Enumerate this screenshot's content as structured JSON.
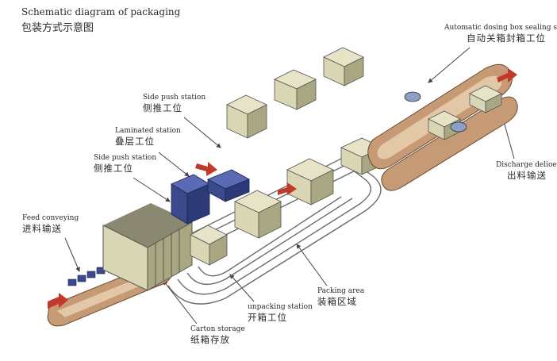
{
  "title": {
    "en": "Schematic diagram of packaging",
    "zh": "包装方式示意图"
  },
  "labels": {
    "side_push_top": {
      "en": "Side push station",
      "zh": "侧推工位"
    },
    "laminated": {
      "en": "Laminated station",
      "zh": "叠层工位"
    },
    "side_push_left": {
      "en": "Side push station",
      "zh": "侧推工位"
    },
    "feed": {
      "en": "Feed conveying",
      "zh": "进料输送"
    },
    "sealing": {
      "en": "Automatic dosing box sealing station",
      "zh": "自动关箱封箱工位"
    },
    "discharge": {
      "en": "Discharge delioery",
      "zh": "出料输送"
    },
    "packing": {
      "en": "Packing area",
      "zh": "装箱区域"
    },
    "unpacking": {
      "en": "unpacking station",
      "zh": "开箱工位"
    },
    "carton": {
      "en": "Carton storage",
      "zh": "纸箱存放"
    }
  },
  "colors": {
    "box_face": "#d9d6b4",
    "box_top": "#e6e3c6",
    "box_side": "#a9a682",
    "belt": "#c69a74",
    "belt_inner": "#e3c8a8",
    "arrow": "#c0392b",
    "product": "#3a4a8c",
    "rail": "#6c6c6c"
  }
}
